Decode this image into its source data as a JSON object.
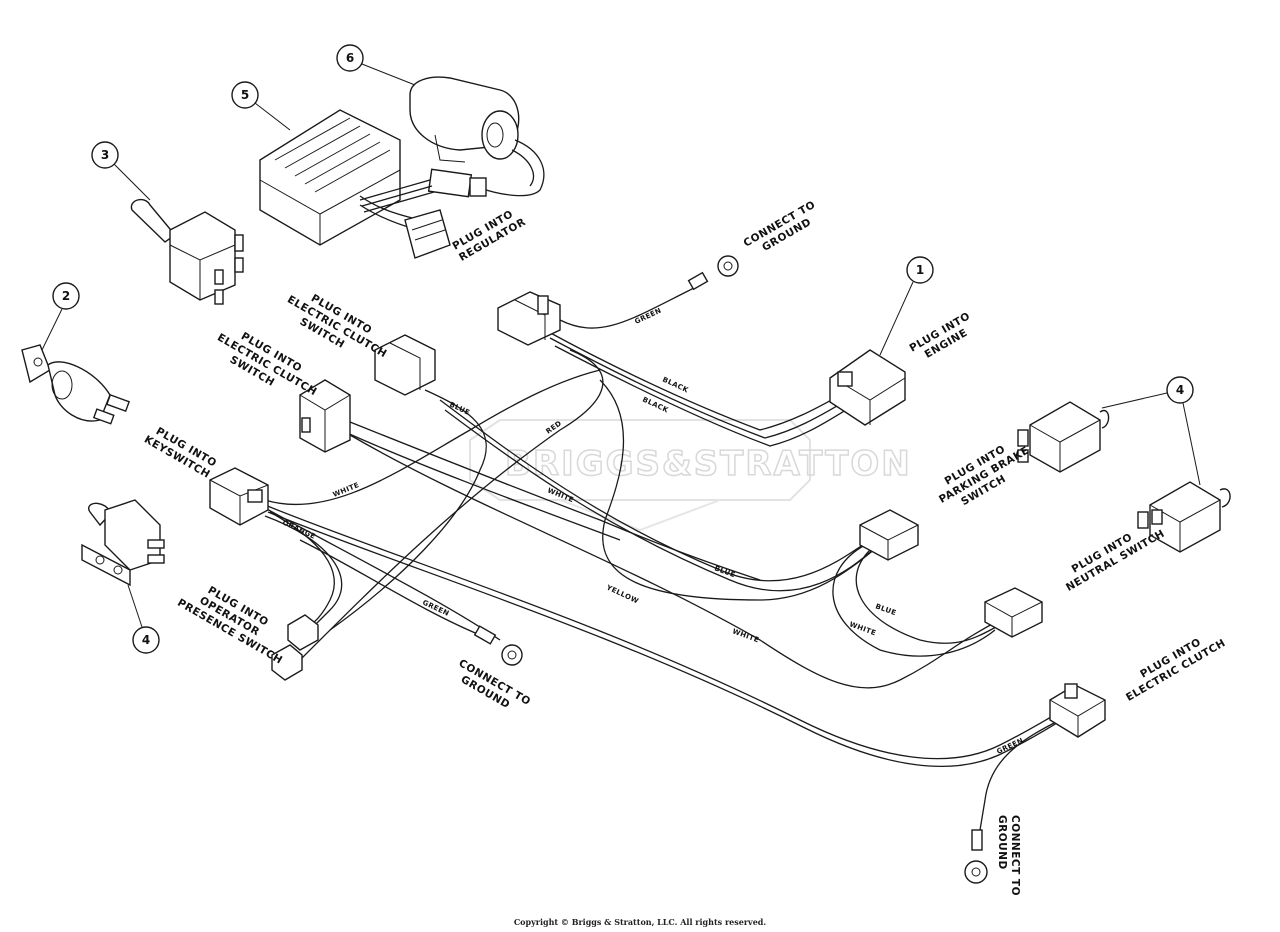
{
  "callouts": [
    "1",
    "2",
    "3",
    "4",
    "4",
    "5",
    "6"
  ],
  "labels": {
    "regulator": [
      "PLUG INTO",
      "REGULATOR"
    ],
    "ground_top": [
      "CONNECT TO",
      "GROUND"
    ],
    "engine": [
      "PLUG INTO",
      "ENGINE"
    ],
    "clutch_switch_a": [
      "PLUG INTO",
      "ELECTRIC CLUTCH",
      "SWITCH"
    ],
    "clutch_switch_b": [
      "PLUG INTO",
      "ELECTRIC CLUTCH",
      "SWITCH"
    ],
    "keyswitch": [
      "PLUG INTO",
      "KEYSWITCH"
    ],
    "parking_brake": [
      "PLUG INTO",
      "PARKING BRAKE",
      "SWITCH"
    ],
    "neutral": [
      "PLUG INTO",
      "NEUTRAL SWITCH"
    ],
    "operator": [
      "PLUG INTO",
      "OPERATOR",
      "PRESENCE SWITCH"
    ],
    "ground_mid": [
      "CONNECT TO",
      "GROUND"
    ],
    "electric_clutch": [
      "PLUG INTO",
      "ELECTRIC CLUTCH"
    ],
    "ground_bottom": [
      "CONNECT TO",
      "GROUND"
    ]
  },
  "wires": {
    "green_top": "GREEN",
    "black_1": "BLACK",
    "black_2": "BLACK",
    "blue_top": "BLUE",
    "red": "RED",
    "white_1": "WHITE",
    "white_2": "WHITE",
    "orange": "ORANGE",
    "green_mid": "GREEN",
    "yellow": "YELLOW",
    "blue_mid": "BLUE",
    "white_3": "WHITE",
    "blue_low": "BLUE",
    "white_low": "WHITE",
    "green_low": "GREEN"
  },
  "watermark": "BRIGGS&STRATTON",
  "copyright": "Copyright © Briggs & Stratton, LLC. All rights reserved."
}
